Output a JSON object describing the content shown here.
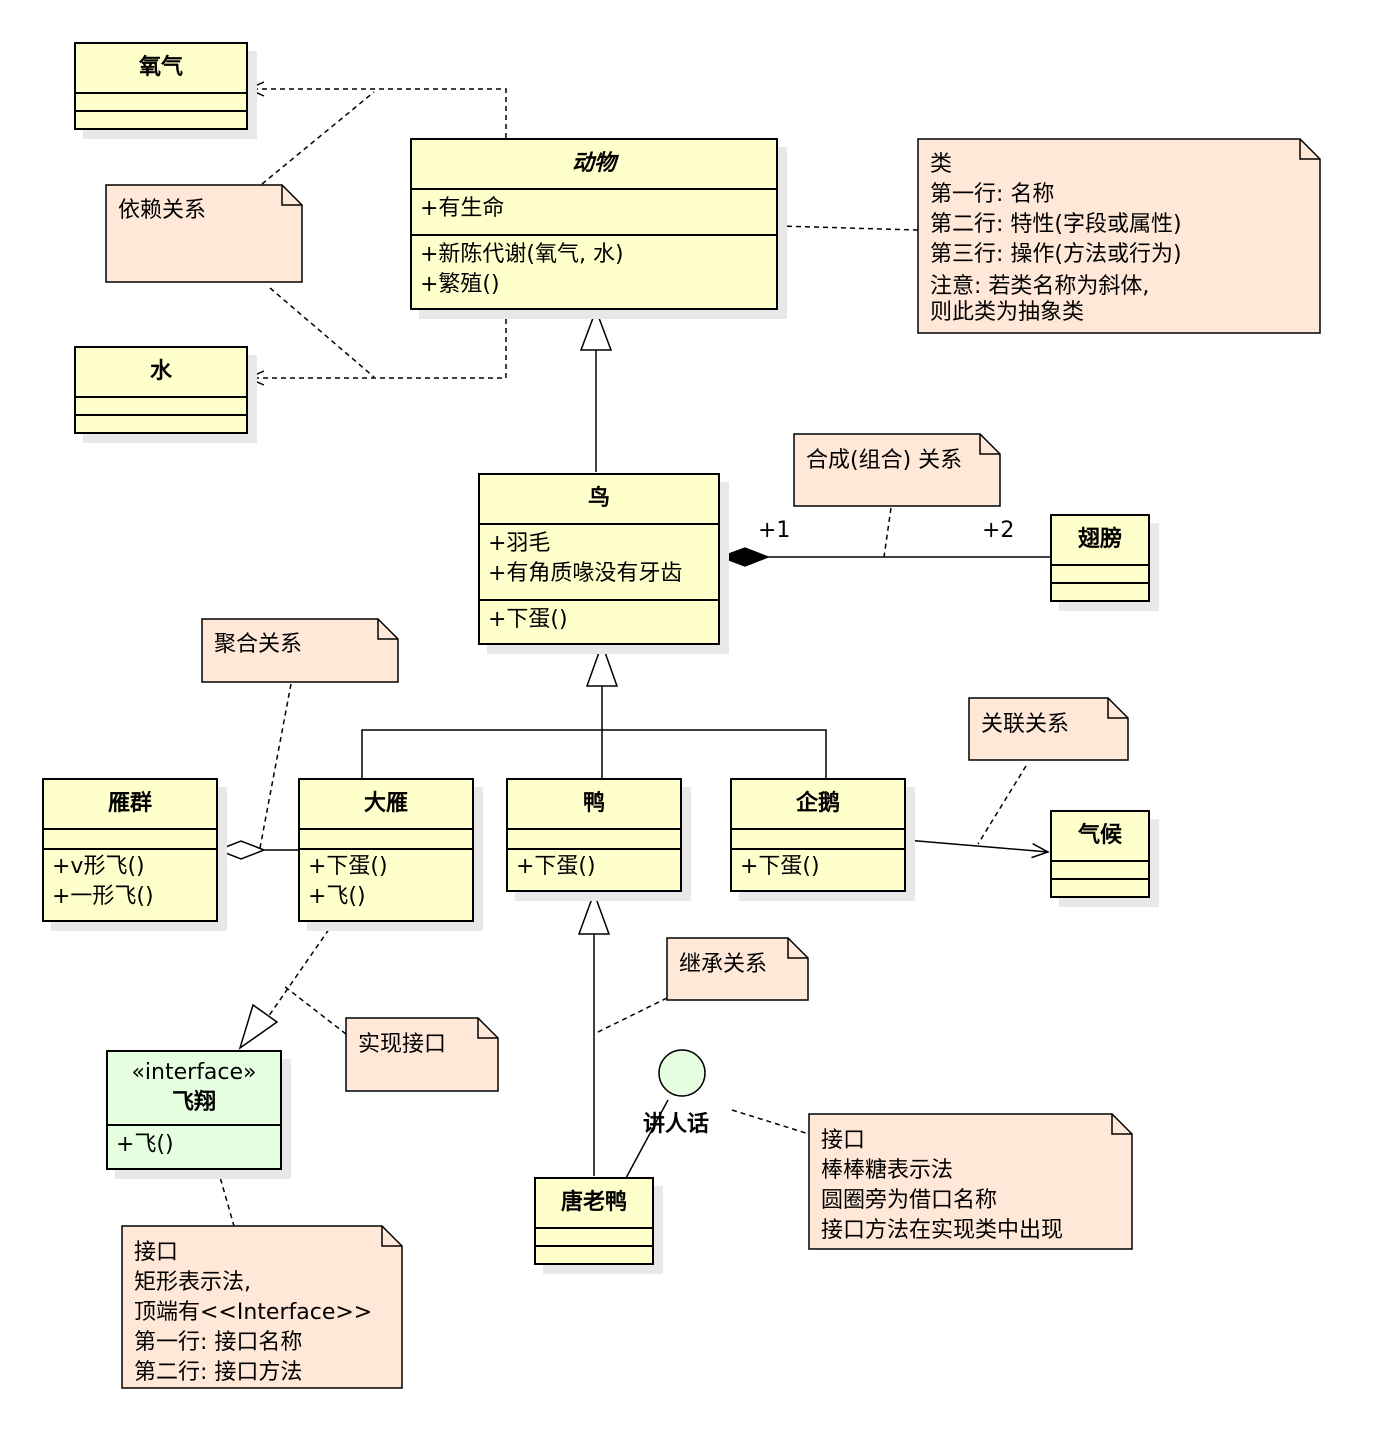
{
  "classes": {
    "oxygen": {
      "name": "氧气"
    },
    "water": {
      "name": "水"
    },
    "animal": {
      "name": "动物",
      "attributes": [
        "+有生命"
      ],
      "operations": [
        "+新陈代谢(氧气, 水)",
        "+繁殖()"
      ]
    },
    "bird": {
      "name": "鸟",
      "attributes": [
        "+羽毛",
        "+有角质喙没有牙齿"
      ],
      "operations": [
        "+下蛋()"
      ]
    },
    "wing": {
      "name": "翅膀"
    },
    "goose_flock": {
      "name": "雁群",
      "operations": [
        "+v形飞()",
        "+一形飞()"
      ]
    },
    "goose": {
      "name": "大雁",
      "operations": [
        "+下蛋()",
        "+飞()"
      ]
    },
    "duck": {
      "name": "鸭",
      "operations": [
        "+下蛋()"
      ]
    },
    "penguin": {
      "name": "企鹅",
      "operations": [
        "+下蛋()"
      ]
    },
    "climate": {
      "name": "气候"
    },
    "donald": {
      "name": "唐老鸭"
    },
    "fly_iface": {
      "stereotype": "«interface»",
      "name": "飞翔",
      "operations": [
        "+飞()"
      ]
    }
  },
  "lollipop": {
    "name": "讲人话"
  },
  "notes": {
    "dependency": [
      "依赖关系"
    ],
    "class_desc": [
      "类",
      "第一行: 名称",
      "第二行: 特性(字段或属性)",
      "第三行: 操作(方法或行为)",
      "注意: 若类名称为斜体,",
      "则此类为抽象类"
    ],
    "composition": [
      "合成(组合) 关系"
    ],
    "aggregation": [
      "聚合关系"
    ],
    "association": [
      "关联关系"
    ],
    "inheritance": [
      "继承关系"
    ],
    "realization": [
      "实现接口"
    ],
    "lollipop_desc": [
      "接口",
      "棒棒糖表示法",
      "圆圈旁为借口名称",
      "接口方法在实现类中出现"
    ],
    "iface_desc": [
      "接口",
      "矩形表示法,",
      "顶端有<<Interface>>",
      "第一行: 接口名称",
      "第二行: 接口方法"
    ]
  },
  "multiplicity": {
    "bird_end": "+1",
    "wing_end": "+2"
  },
  "colors": {
    "class_fill": "#ffffcc",
    "note_fill": "#ffe8d8",
    "interface_fill": "#e6ffe0"
  }
}
